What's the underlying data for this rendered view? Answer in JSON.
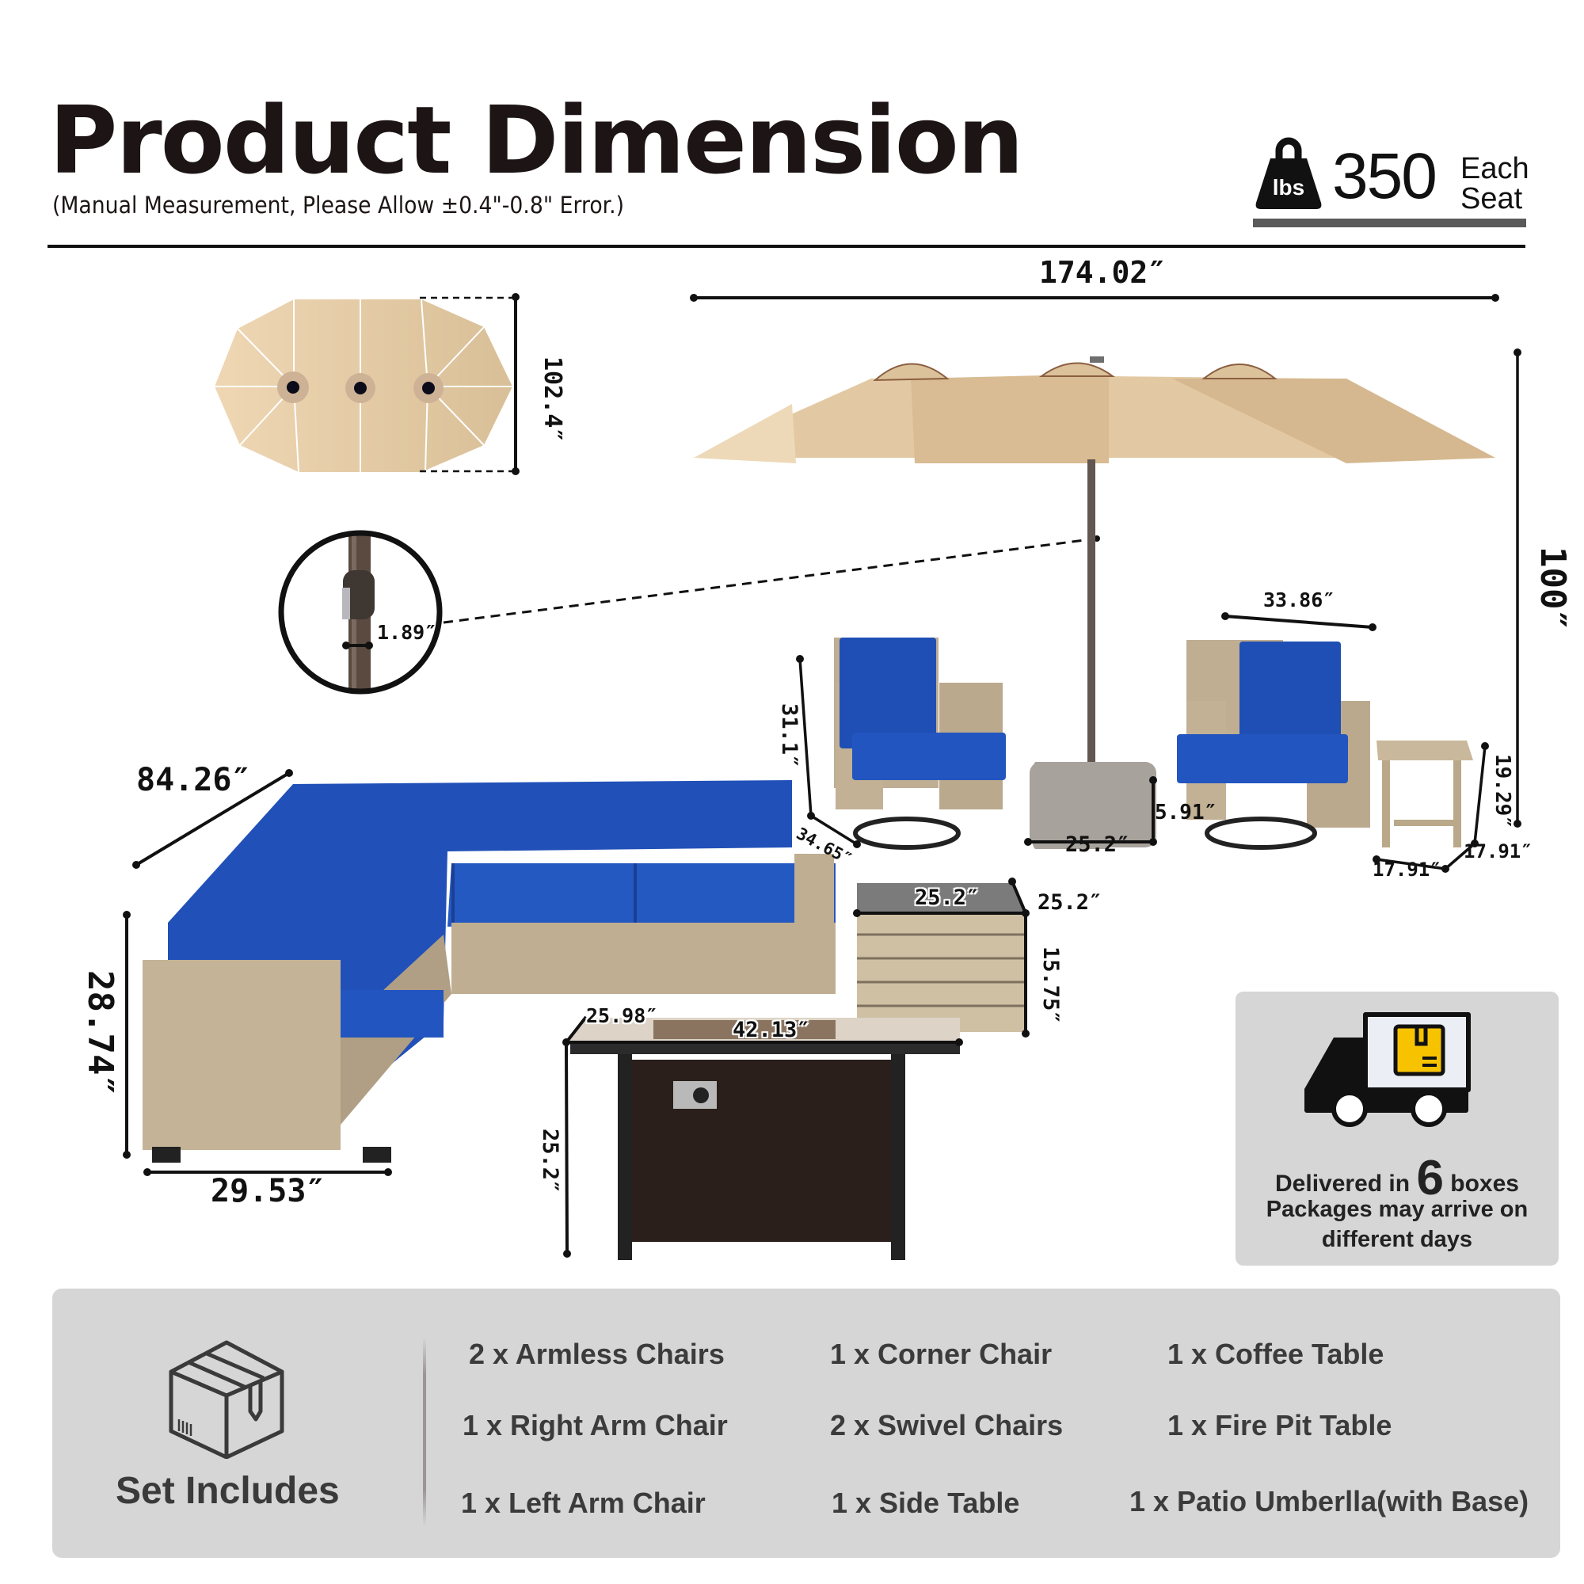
{
  "header": {
    "title": "Product Dimension",
    "subtitle": "(Manual Measurement, Please Allow ±0.4\"-0.8\" Error.)"
  },
  "weight_badge": {
    "icon": "weight-icon",
    "unit": "lbs",
    "value": "350",
    "label_line1": "Each",
    "label_line2": "Seat"
  },
  "umbrella": {
    "top_view_depth": "102.4″",
    "width": "174.02″",
    "height": "100″",
    "pole_diameter": "1.89″",
    "base_width": "25.2″",
    "base_height": "5.91″",
    "canopy_color": "#e3c9a3"
  },
  "swivel_chair": {
    "height": "31.1″",
    "depth": "34.65″",
    "width": "33.86″",
    "cushion_color": "#1f4fb5"
  },
  "side_table": {
    "height": "19.29″",
    "width": "17.91″",
    "depth": "17.91″"
  },
  "sectional": {
    "length": "84.26″",
    "height": "28.74″",
    "seat_width": "29.53″",
    "cushion_color": "#1f4fb5",
    "wicker_color": "#bfae92"
  },
  "coffee_table": {
    "width": "25.2″",
    "depth": "25.2″",
    "height": "15.75″"
  },
  "fire_pit_table": {
    "depth": "25.98″",
    "width": "42.13″",
    "height": "25.2″"
  },
  "delivery": {
    "icon": "delivery-truck-icon",
    "prefix": "Delivered in",
    "count": "6",
    "suffix": "boxes",
    "note": "Packages may arrive on different days"
  },
  "set_includes": {
    "icon": "package-box-icon",
    "label": "Set Includes",
    "items": [
      "2 x Armless Chairs",
      "1 x Corner Chair",
      "1 x Coffee Table",
      "1 x Right Arm Chair",
      "2 x Swivel Chairs",
      "1 x Fire Pit Table",
      "1 x Left Arm Chair",
      "1 x Side Table",
      "1 x Patio Umberlla(with Base)"
    ]
  }
}
